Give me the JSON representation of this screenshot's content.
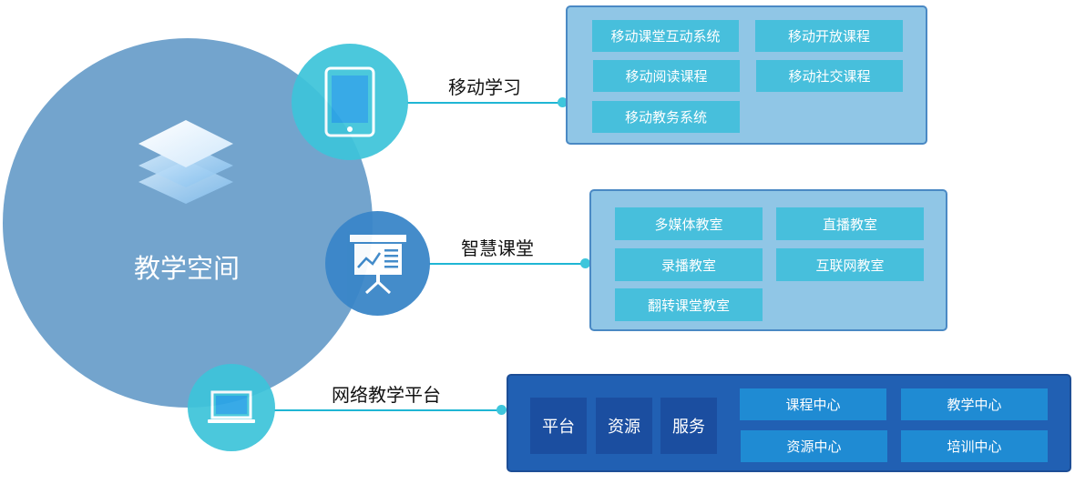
{
  "center": {
    "title": "教学空间",
    "icon": "layers-icon"
  },
  "branches": [
    {
      "label": "移动学习",
      "icon": "tablet-icon",
      "items": [
        "移动课堂互动系统",
        "移动开放课程",
        "移动阅读课程",
        "移动社交课程",
        "移动教务系统"
      ]
    },
    {
      "label": "智慧课堂",
      "icon": "presentation-board-icon",
      "items": [
        "多媒体教室",
        "直播教室",
        "录播教室",
        "互联网教室",
        "翻转课堂教室"
      ]
    },
    {
      "label": "网络教学平台",
      "icon": "monitor-icon",
      "pillars": [
        "平台",
        "资源",
        "服务"
      ],
      "items": [
        "课程中心",
        "教学中心",
        "资源中心",
        "培训中心"
      ]
    }
  ],
  "colors": {
    "main_circle": "#6b9fca",
    "cyan": "#3ec4da",
    "blue": "#3a86c8",
    "panel_light": "#90c6e6",
    "panel_dark": "#2160b3"
  }
}
